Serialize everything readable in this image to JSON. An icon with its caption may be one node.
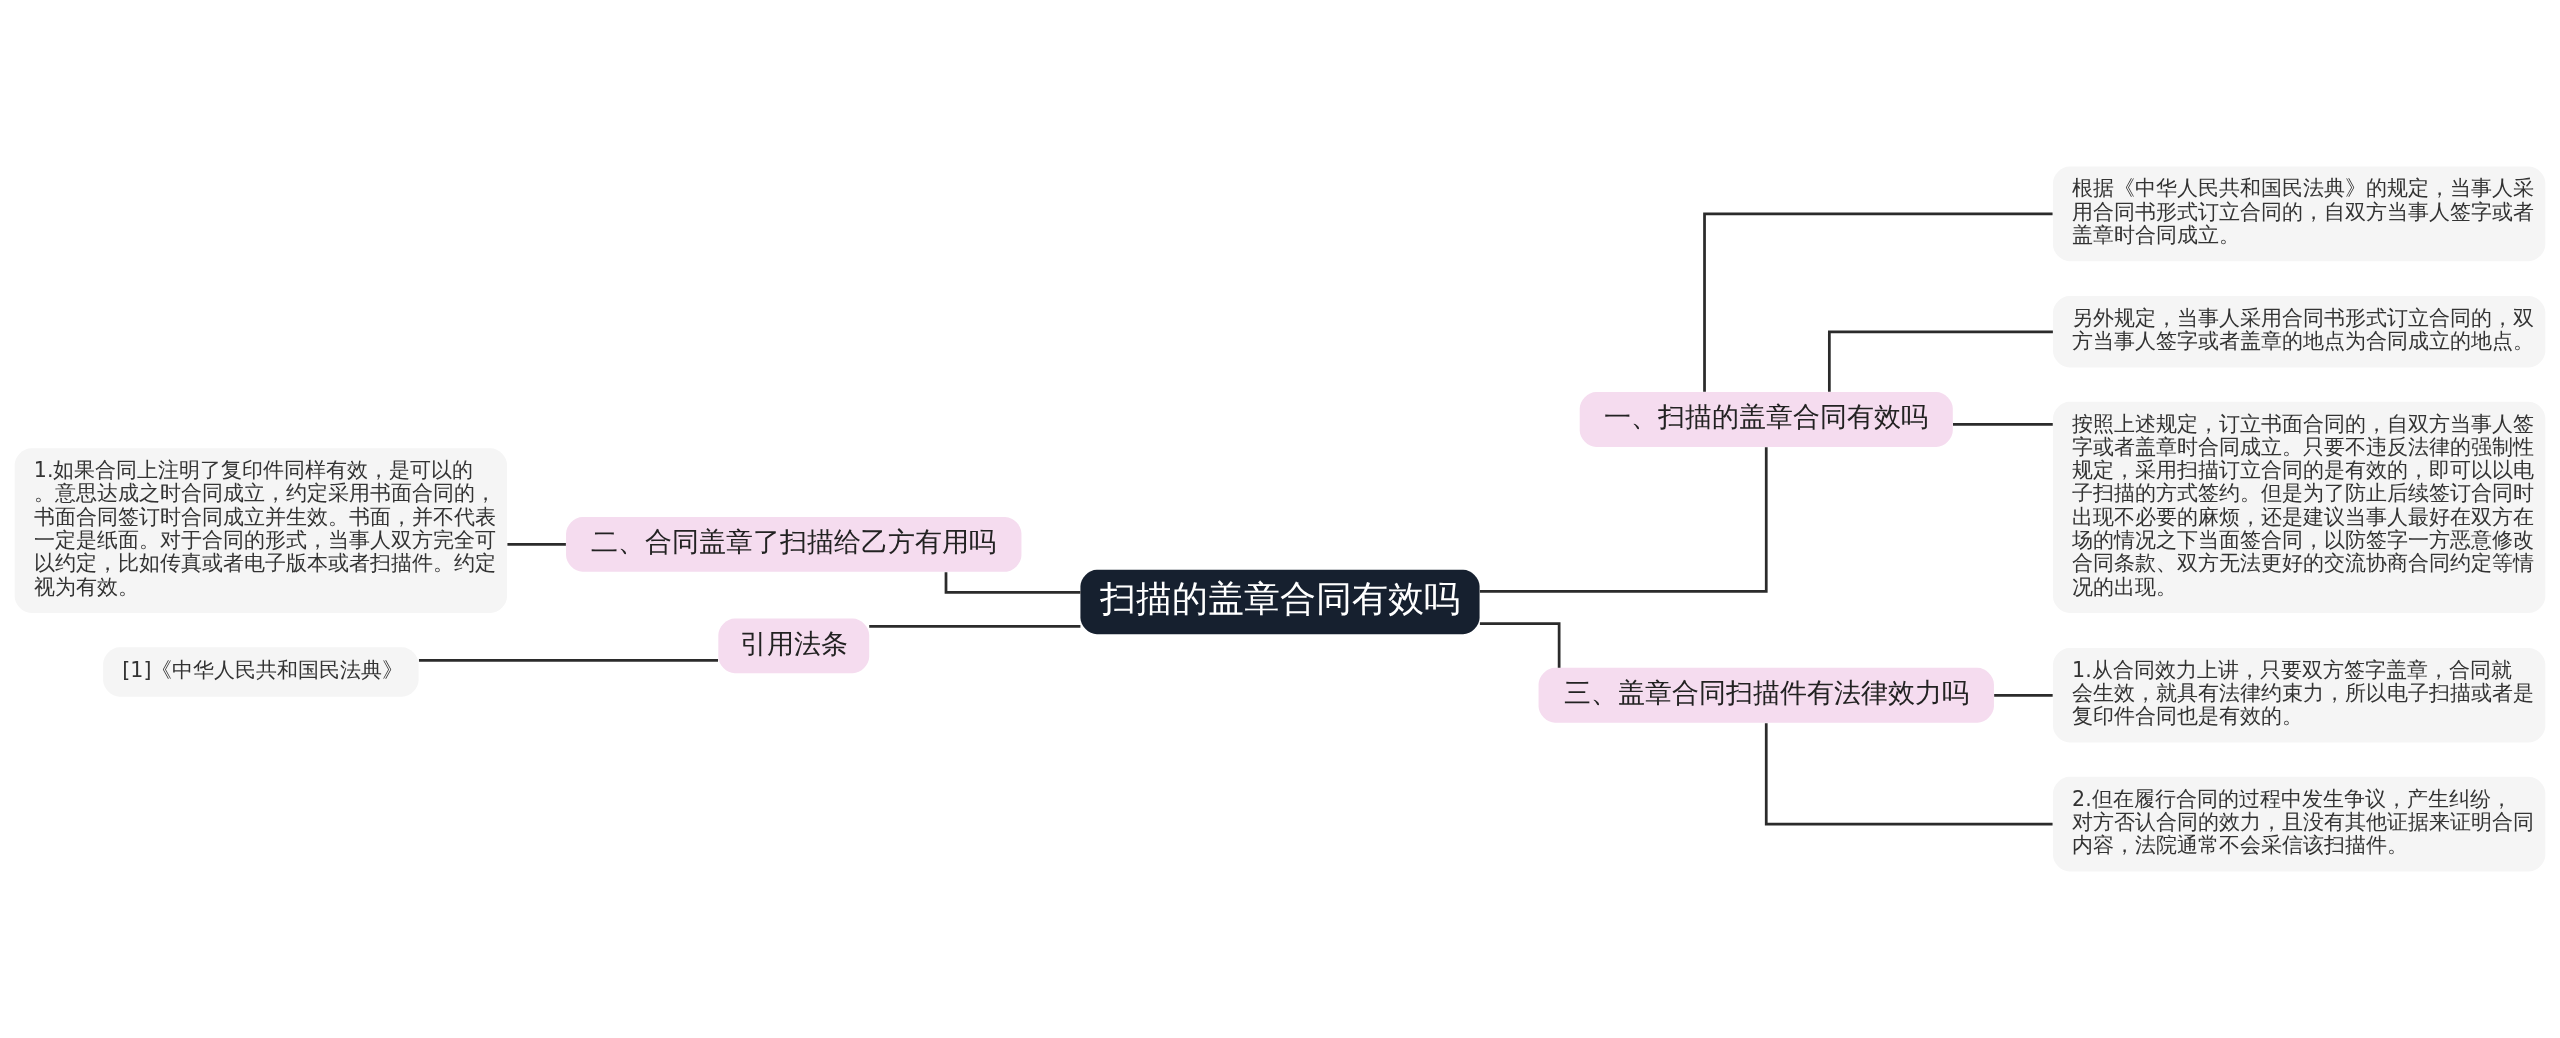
{
  "diagram": {
    "nodes": [
      {
        "text": [
          "扫描的盖章合同有效吗"
        ]
      },
      {
        "text": [
          "一、扫描的盖章合同有效吗"
        ]
      },
      {
        "text": [
          "根据《中华人民共和国民法典》的规定，当事人采用合同书形式订立合同的，自双方当事人签字或者盖章时合同成立。"
        ]
      },
      {
        "text": [
          "另外规定，当事人采用合同书形式订立合同的，双方当事人签字或者盖章的地点为合同成立的地点。"
        ]
      },
      {
        "text": [
          "按照上述规定，订立书面合同的，自双方当事人签字或者盖章时合同成立。只要不违反法律的强制性规定，采用扫描订立合同的是有效的，即可以以电子扫描的方式签约。但是为了防止后续签订合同时出现不必要的麻烦，还是建议当事人最好在双方在场的情况之下当面签合同，以防签字一方恶意修改合同条款、双方无法更好的交流协商合同约定等情况的出现。"
        ]
      },
      {
        "text": [
          "三、盖章合同扫描件有法律效力吗"
        ]
      },
      {
        "text": [
          "1.从合同效力上讲，只要双方签字盖章，合同就会生效，就具有法律约束力，所以电子扫描或者是复印件合同也是有效的。"
        ]
      },
      {
        "text": [
          "2.但在履行合同的过程中发生争议，产生纠纷，对方否认合同的效力，且没有其他证据来证明合同内容，法院通常不会采信该扫描件。"
        ]
      },
      {
        "text": [
          "二、合同盖章了扫描给乙方有用吗"
        ]
      },
      {
        "text": [
          "1.如果合同上注明了复印件同样有效，是可以的。意思达成之时合同成立，约定采用书面合同的，书面合同签订时合同成立并生效。书面，并不代表一定是纸面。对于合同的形式，当事人双方完全可以约定，比如传真或者电子版本或者扫描件。约定视为有效。"
        ]
      },
      {
        "text": [
          "引用法条"
        ]
      },
      {
        "text": [
          "[1]《中华人民共和国民法典》"
        ]
      }
    ],
    "edges": [
      {
        "from": 0,
        "to": 1,
        "arrow": "none"
      },
      {
        "from": 1,
        "to": 2,
        "arrow": "none"
      },
      {
        "from": 1,
        "to": 3,
        "arrow": "none"
      },
      {
        "from": 1,
        "to": 4,
        "arrow": "none"
      },
      {
        "from": 0,
        "to": 5,
        "arrow": "none"
      },
      {
        "from": 5,
        "to": 6,
        "arrow": "none"
      },
      {
        "from": 5,
        "to": 7,
        "arrow": "none"
      },
      {
        "from": 9,
        "to": 8,
        "arrow": "none"
      },
      {
        "from": 8,
        "to": 0,
        "arrow": "none"
      },
      {
        "from": 11,
        "to": 10,
        "arrow": "none"
      },
      {
        "from": 10,
        "to": 0,
        "arrow": "none"
      }
    ]
  }
}
